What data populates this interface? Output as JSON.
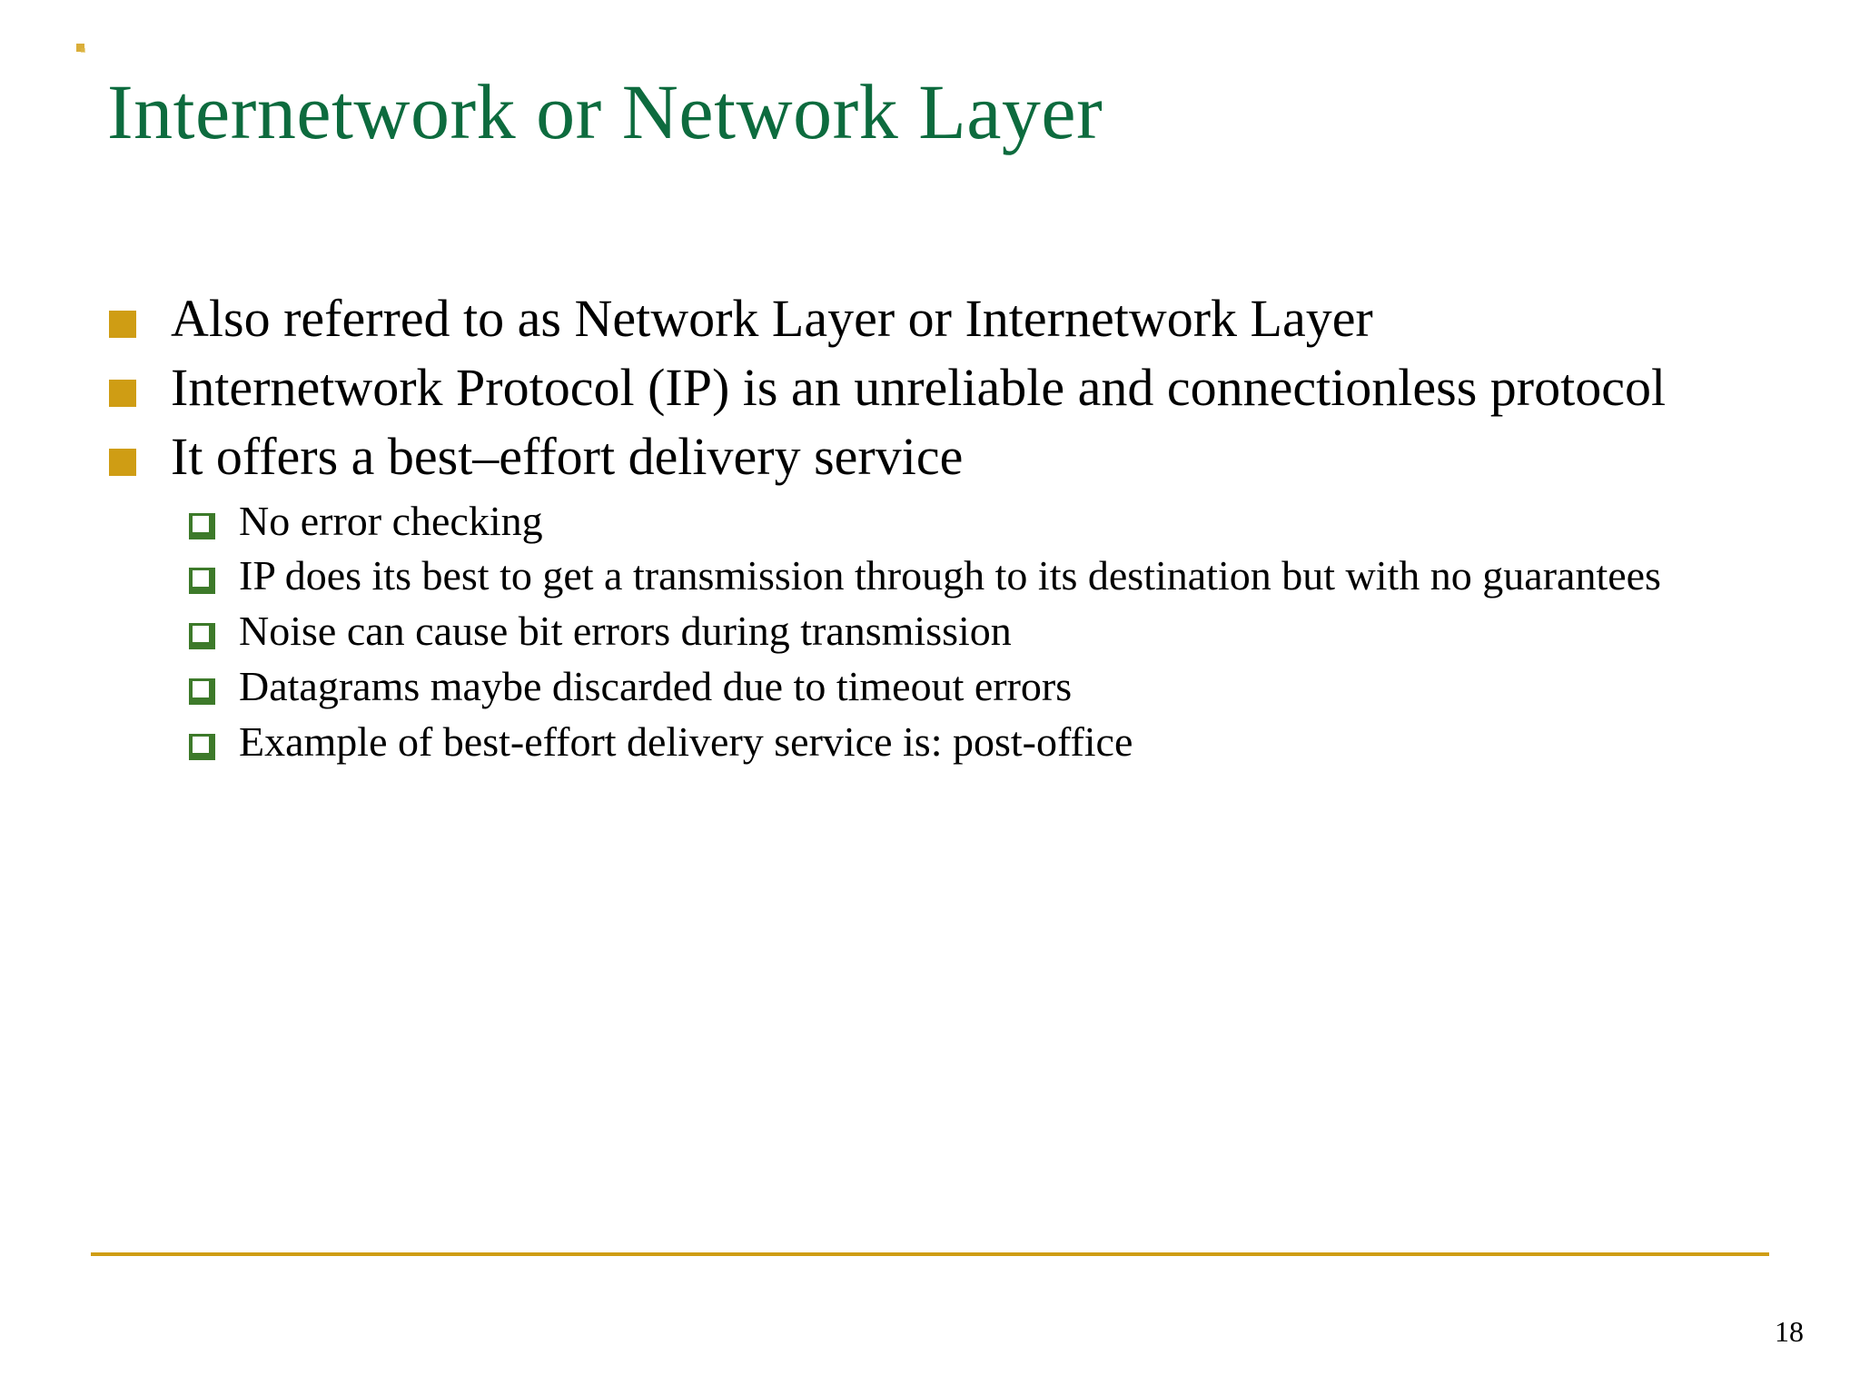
{
  "slide": {
    "title": "Internetwork or Network Layer",
    "title_color": "#0d6b3e",
    "bullet_color": "#cf9d14",
    "subbullet_color": "#3d7a2a",
    "divider_color": "#cf9d14",
    "background": "#ffffff",
    "page_number": "18",
    "bullets": [
      {
        "text": "Also referred to as Network Layer or Internetwork Layer",
        "subitems": []
      },
      {
        "text": "Internetwork Protocol (IP) is an unreliable and connectionless  protocol",
        "subitems": []
      },
      {
        "text": "It offers a best–effort  delivery service",
        "subitems": [
          "No error checking",
          "IP does its best to get a transmission through to its destination but with no guarantees",
          "Noise can cause bit errors during transmission",
          "Datagrams maybe discarded due to timeout errors",
          "Example of best-effort delivery service is: post-office"
        ]
      }
    ]
  }
}
